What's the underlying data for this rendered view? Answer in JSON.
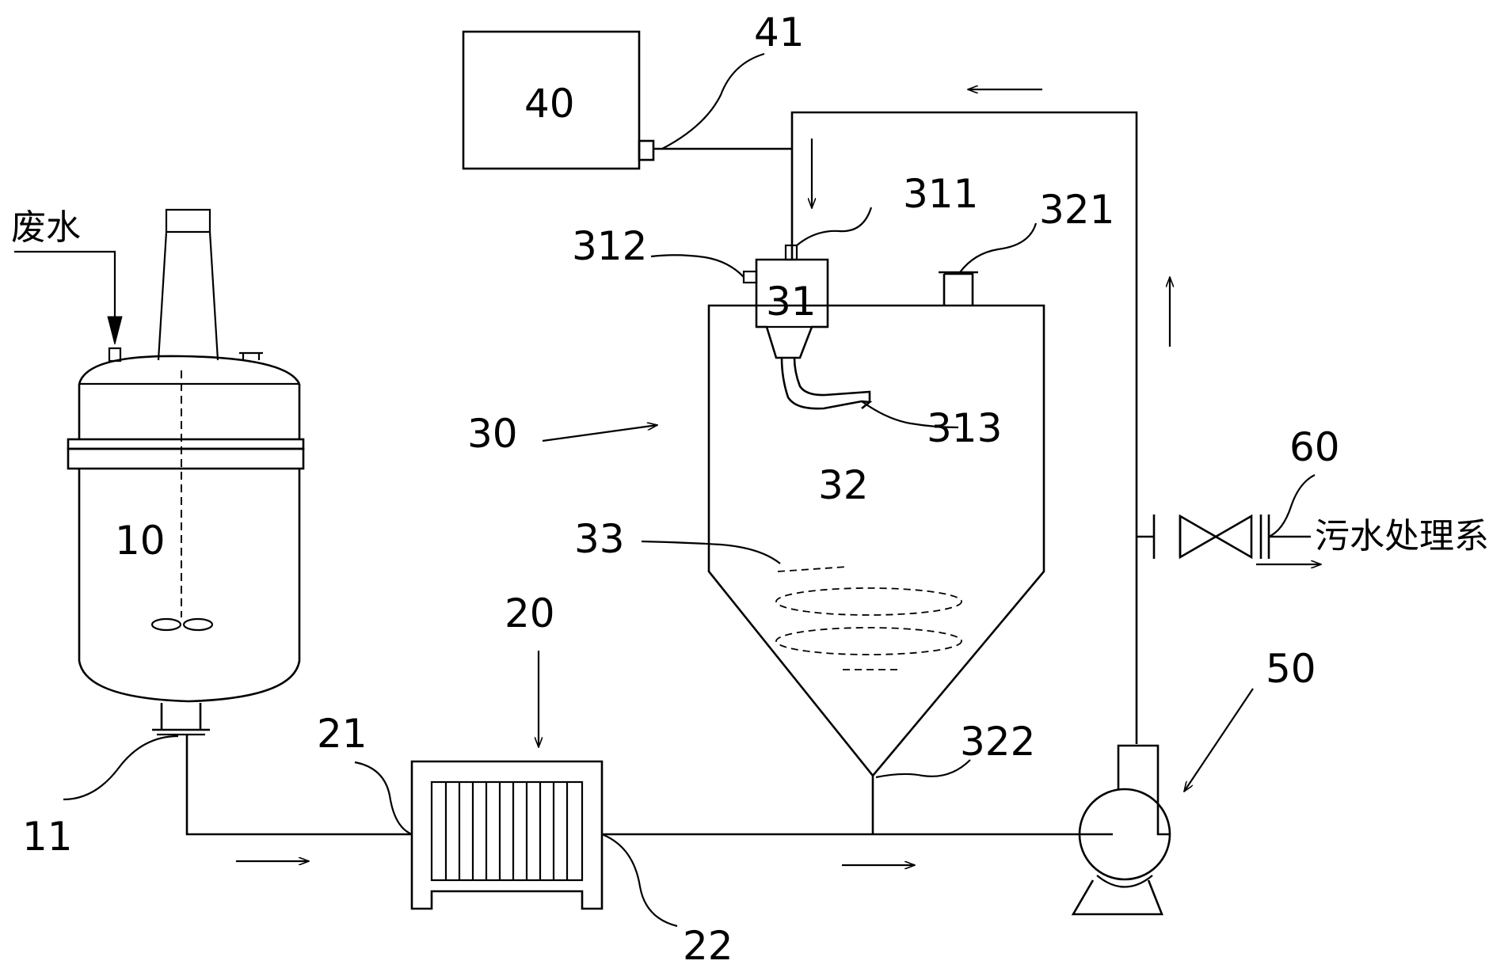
{
  "labels": {
    "wastewater": "废水",
    "sewage_system": "污水处理系统",
    "n10": "10",
    "n11": "11",
    "n20": "20",
    "n21": "21",
    "n22": "22",
    "n30": "30",
    "n31": "31",
    "n311": "311",
    "n312": "312",
    "n313": "313",
    "n32": "32",
    "n321": "321",
    "n322": "322",
    "n33": "33",
    "n40": "40",
    "n41": "41",
    "n50": "50",
    "n60": "60"
  }
}
